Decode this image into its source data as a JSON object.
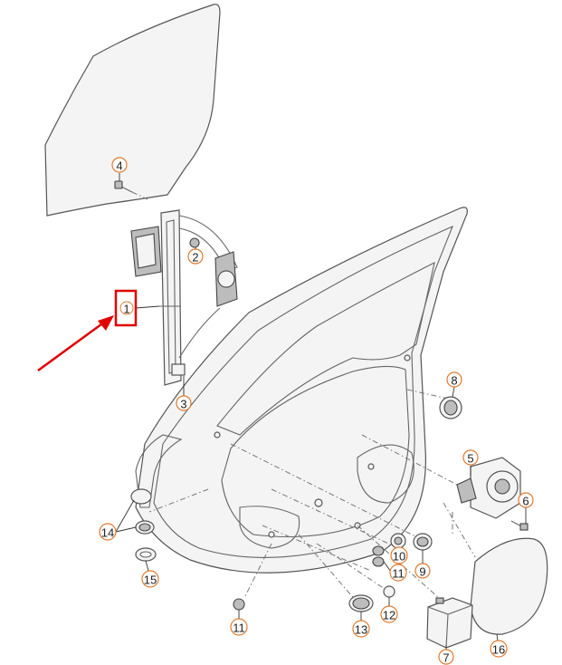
{
  "colors": {
    "callout_ring": "#e07a2c",
    "highlight": "#e00000",
    "line_art": "#555555"
  },
  "callouts": {
    "c1": "1",
    "c2": "2",
    "c3": "3",
    "c4": "4",
    "c5": "5",
    "c6": "6",
    "c7": "7",
    "c8": "8",
    "c9": "9",
    "c10": "10",
    "c11a": "11",
    "c11b": "11",
    "c12": "12",
    "c13": "13",
    "c14": "14",
    "c15": "15",
    "c16": "16"
  },
  "highlighted_part": "1"
}
